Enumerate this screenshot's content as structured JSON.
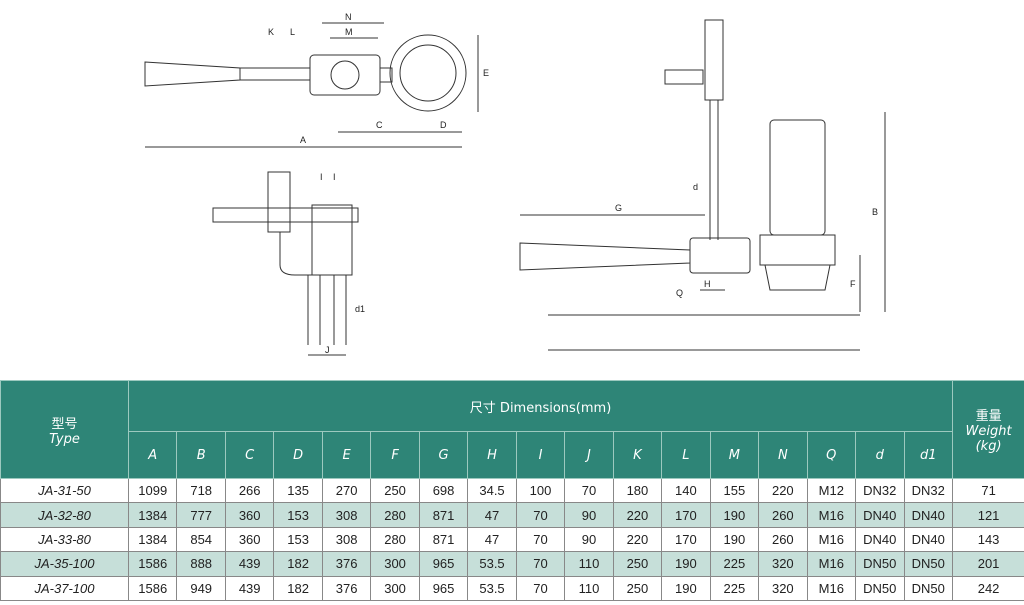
{
  "drawing_labels": {
    "top_view": [
      "N",
      "M",
      "K",
      "L",
      "E",
      "C",
      "D",
      "A"
    ],
    "side_view": [
      "I",
      "I",
      "J",
      "d1"
    ],
    "pump_view": [
      "G",
      "d",
      "B",
      "F",
      "H",
      "Q"
    ]
  },
  "table": {
    "type_header_cn": "型号",
    "type_header_en": "Type",
    "dimensions_header": "尺寸 Dimensions(mm)",
    "weight_header_cn": "重量",
    "weight_header_en": "Weight",
    "weight_unit": "(kg)",
    "columns": [
      "A",
      "B",
      "C",
      "D",
      "E",
      "F",
      "G",
      "H",
      "I",
      "J",
      "K",
      "L",
      "M",
      "N",
      "Q",
      "d",
      "d1"
    ],
    "rows": [
      {
        "type": "JA-31-50",
        "values": [
          "1099",
          "718",
          "266",
          "135",
          "270",
          "250",
          "698",
          "34.5",
          "100",
          "70",
          "180",
          "140",
          "155",
          "220",
          "M12",
          "DN32",
          "DN32"
        ],
        "weight": "71"
      },
      {
        "type": "JA-32-80",
        "values": [
          "1384",
          "777",
          "360",
          "153",
          "308",
          "280",
          "871",
          "47",
          "70",
          "90",
          "220",
          "170",
          "190",
          "260",
          "M16",
          "DN40",
          "DN40"
        ],
        "weight": "121"
      },
      {
        "type": "JA-33-80",
        "values": [
          "1384",
          "854",
          "360",
          "153",
          "308",
          "280",
          "871",
          "47",
          "70",
          "90",
          "220",
          "170",
          "190",
          "260",
          "M16",
          "DN40",
          "DN40"
        ],
        "weight": "143"
      },
      {
        "type": "JA-35-100",
        "values": [
          "1586",
          "888",
          "439",
          "182",
          "376",
          "300",
          "965",
          "53.5",
          "70",
          "110",
          "250",
          "190",
          "225",
          "320",
          "M16",
          "DN50",
          "DN50"
        ],
        "weight": "201"
      },
      {
        "type": "JA-37-100",
        "values": [
          "1586",
          "949",
          "439",
          "182",
          "376",
          "300",
          "965",
          "53.5",
          "70",
          "110",
          "250",
          "190",
          "225",
          "320",
          "M16",
          "DN50",
          "DN50"
        ],
        "weight": "242"
      }
    ]
  },
  "colors": {
    "header": "#2e8577",
    "alt_row": "#c6dfd9"
  }
}
